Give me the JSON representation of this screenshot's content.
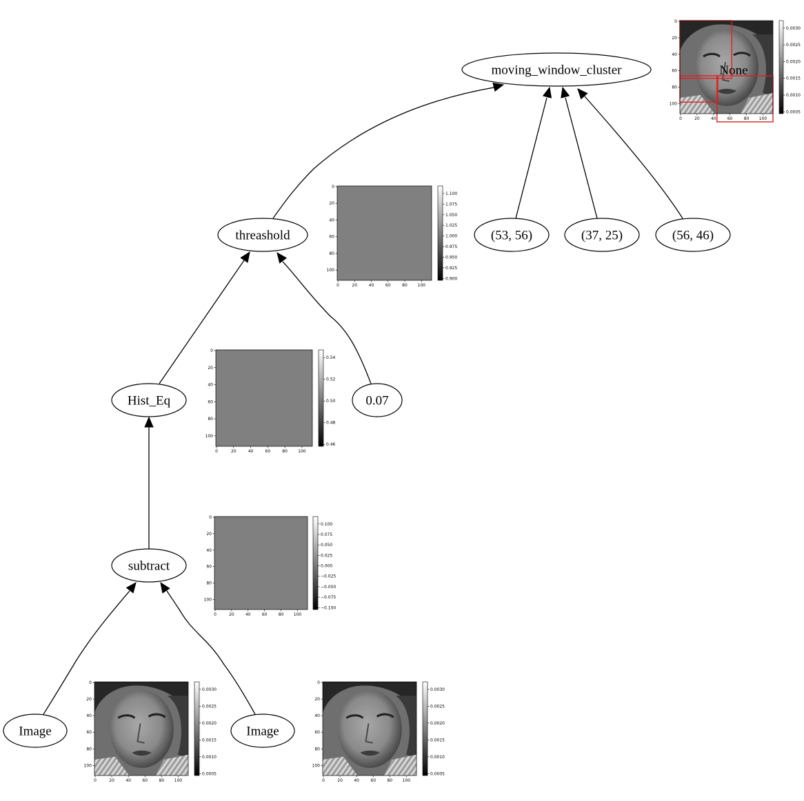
{
  "nodes": [
    {
      "id": "moving-window-cluster",
      "label": "moving_window_cluster"
    },
    {
      "id": "threashold",
      "label": "threashold"
    },
    {
      "id": "param-53-56",
      "label": "(53, 56)"
    },
    {
      "id": "param-37-25",
      "label": "(37, 25)"
    },
    {
      "id": "param-56-46",
      "label": "(56, 46)"
    },
    {
      "id": "hist-eq",
      "label": "Hist_Eq"
    },
    {
      "id": "param-007",
      "label": "0.07"
    },
    {
      "id": "subtract",
      "label": "subtract"
    },
    {
      "id": "image-a",
      "label": "Image"
    },
    {
      "id": "image-b",
      "label": "Image"
    }
  ],
  "edges": [
    {
      "from": "threashold",
      "to": "moving-window-cluster"
    },
    {
      "from": "param-53-56",
      "to": "moving-window-cluster"
    },
    {
      "from": "param-37-25",
      "to": "moving-window-cluster"
    },
    {
      "from": "param-56-46",
      "to": "moving-window-cluster"
    },
    {
      "from": "hist-eq",
      "to": "threashold"
    },
    {
      "from": "param-007",
      "to": "threashold"
    },
    {
      "from": "subtract",
      "to": "hist-eq"
    },
    {
      "from": "image-a",
      "to": "subtract"
    },
    {
      "from": "image-b",
      "to": "subtract"
    }
  ],
  "overlay_label": "None",
  "thumbnails": [
    {
      "name": "cluster-output-thumbnail",
      "content": "face-image",
      "has_red_boxes": true,
      "x_ticks": [
        "0",
        "20",
        "40",
        "60",
        "80",
        "100"
      ],
      "y_ticks": [
        "0",
        "20",
        "40",
        "60",
        "80",
        "100"
      ],
      "colorbar_ticks": [
        "0.0030",
        "0.0025",
        "0.0020",
        "0.0015",
        "0.0010",
        "0.0005"
      ],
      "fill": "#808080"
    },
    {
      "name": "threashold-output-thumbnail",
      "content": "uniform",
      "x_ticks": [
        "0",
        "20",
        "40",
        "60",
        "80",
        "100"
      ],
      "y_ticks": [
        "0",
        "20",
        "40",
        "60",
        "80",
        "100"
      ],
      "colorbar_ticks": [
        "1.100",
        "1.075",
        "1.050",
        "1.025",
        "1.000",
        "0.975",
        "0.950",
        "0.925",
        "0.900"
      ],
      "fill": "#808080"
    },
    {
      "name": "hist-eq-output-thumbnail",
      "content": "uniform",
      "x_ticks": [
        "0",
        "20",
        "40",
        "60",
        "80",
        "100"
      ],
      "y_ticks": [
        "0",
        "20",
        "40",
        "60",
        "80",
        "100"
      ],
      "colorbar_ticks": [
        "0.54",
        "0.52",
        "0.50",
        "0.48",
        "0.46"
      ],
      "fill": "#808080"
    },
    {
      "name": "subtract-output-thumbnail",
      "content": "uniform",
      "x_ticks": [
        "0",
        "20",
        "40",
        "60",
        "80",
        "100"
      ],
      "y_ticks": [
        "0",
        "20",
        "40",
        "60",
        "80",
        "100"
      ],
      "colorbar_ticks": [
        "0.100",
        "0.075",
        "0.050",
        "0.025",
        "0.000",
        "−0.025",
        "−0.050",
        "−0.075",
        "−0.100"
      ],
      "fill": "#808080"
    },
    {
      "name": "image-a-output-thumbnail",
      "content": "face-image",
      "has_red_boxes": false,
      "x_ticks": [
        "0",
        "20",
        "40",
        "60",
        "80",
        "100"
      ],
      "y_ticks": [
        "0",
        "20",
        "40",
        "60",
        "80",
        "100"
      ],
      "colorbar_ticks": [
        "0.0030",
        "0.0025",
        "0.0020",
        "0.0015",
        "0.0010",
        "0.0005"
      ],
      "fill": "#808080"
    },
    {
      "name": "image-b-output-thumbnail",
      "content": "face-image",
      "has_red_boxes": false,
      "x_ticks": [
        "0",
        "20",
        "40",
        "60",
        "80",
        "100"
      ],
      "y_ticks": [
        "0",
        "20",
        "40",
        "60",
        "80",
        "100"
      ],
      "colorbar_ticks": [
        "0.0030",
        "0.0025",
        "0.0020",
        "0.0015",
        "0.0010",
        "0.0005"
      ],
      "fill": "#808080"
    }
  ],
  "colors": {
    "box": "#e02020",
    "stroke": "#000000",
    "background": "#ffffff"
  }
}
